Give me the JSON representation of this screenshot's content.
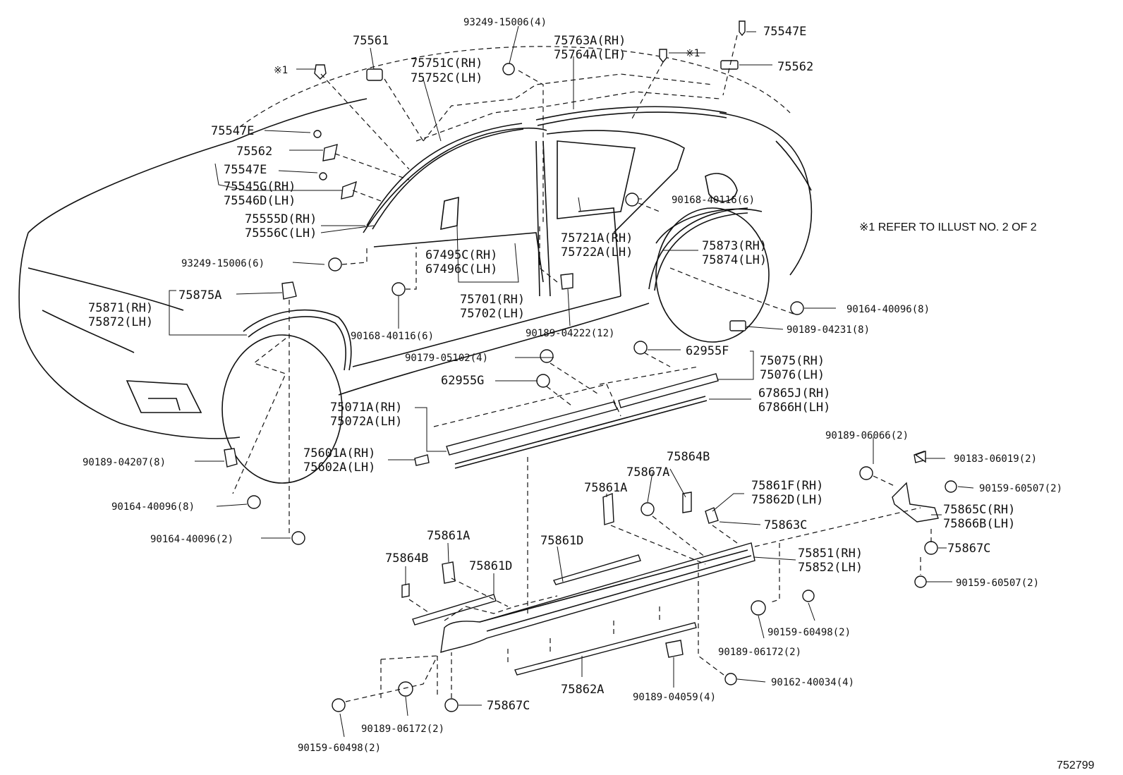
{
  "note": "※1 REFER TO ILLUST NO. 2 OF 2",
  "illustration_id": "752799",
  "labels": {
    "p93249_top": "93249-15006(4)",
    "p75547E_tr": "75547E",
    "p75561": "75561",
    "p75763A": "75763A(RH)",
    "p75764A": "75764A(LH)",
    "ref1_left": "※1",
    "ref1_right": "※1",
    "p75562_tr": "75562",
    "p75751C": "75751C(RH)",
    "p75752C": "75752C(LH)",
    "p75547E_a": "75547E",
    "p75562_l": "75562",
    "p75547E_b": "75547E",
    "p75545G": "75545G(RH)",
    "p75546D": "75546D(LH)",
    "p75555D": "75555D(RH)",
    "p75556C": "75556C(LH)",
    "p90168_r": "90168-40116(6)",
    "p75721A": "75721A(RH)",
    "p75722A": "75722A(LH)",
    "p67495C": "67495C(RH)",
    "p67496C": "67496C(LH)",
    "p93249_l": "93249-15006(6)",
    "p75873": "75873(RH)",
    "p75874": "75874(LH)",
    "p75875A": "75875A",
    "p75701": "75701(RH)",
    "p75702": "75702(LH)",
    "p75871": "75871(RH)",
    "p75872": "75872(LH)",
    "p90164_r": "90164-40096(8)",
    "p90189_04231": "90189-04231(8)",
    "p90168_b": "90168-40116(6)",
    "p90189_04222": "90189-04222(12)",
    "p62955F": "62955F",
    "p90179": "90179-05102(4)",
    "p75075": "75075(RH)",
    "p75076": "75076(LH)",
    "p62955G": "62955G",
    "p67865J": "67865J(RH)",
    "p67866H": "67866H(LH)",
    "p75071A": "75071A(RH)",
    "p75072A": "75072A(LH)",
    "p90189_06066": "90189-06066(2)",
    "p75864B_r": "75864B",
    "p75601A": "75601A(RH)",
    "p75602A": "75602A(LH)",
    "p90183": "90183-06019(2)",
    "p90189_04207": "90189-04207(8)",
    "p75867A": "75867A",
    "p75861F": "75861F(RH)",
    "p75862D": "75862D(LH)",
    "p90159_60507_a": "90159-60507(2)",
    "p75861A_r": "75861A",
    "p90164_l": "90164-40096(8)",
    "p75865C": "75865C(RH)",
    "p75866B": "75866B(LH)",
    "p75863C": "75863C",
    "p90164_2": "90164-40096(2)",
    "p75861A_l": "75861A",
    "p75861D_r": "75861D",
    "p75867C_r": "75867C",
    "p75851": "75851(RH)",
    "p75852": "75852(LH)",
    "p75864B_l": "75864B",
    "p75861D_l": "75861D",
    "p90159_60507_b": "90159-60507(2)",
    "p90159_60498_r": "90159-60498(2)",
    "p90189_06172_r": "90189-06172(2)",
    "p90162": "90162-40034(4)",
    "p75862A": "75862A",
    "p75867C_l": "75867C",
    "p90189_04059": "90189-04059(4)",
    "p90189_06172_l": "90189-06172(2)",
    "p90159_60498_l": "90159-60498(2)"
  }
}
